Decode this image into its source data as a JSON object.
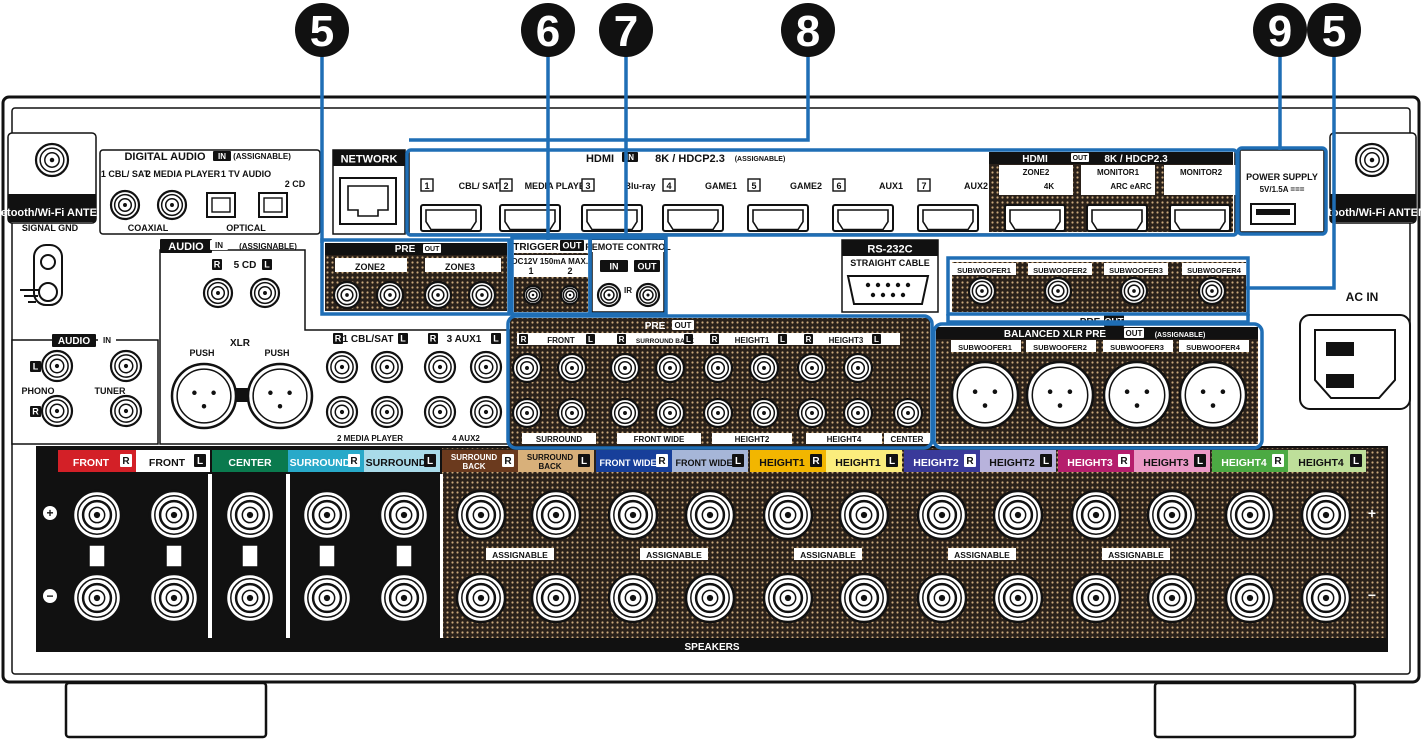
{
  "callouts": [
    "5",
    "6",
    "7",
    "8",
    "9",
    "5"
  ],
  "sections": {
    "bt_antenna": "Bluetooth/Wi-Fi ANTENNA",
    "signal_gnd": "SIGNAL GND",
    "digital_audio": "DIGITAL AUDIO",
    "in": "IN",
    "out": "OUT",
    "assignable_paren": "(ASSIGNABLE)",
    "coaxial": "COAXIAL",
    "optical": "OPTICAL",
    "network": "NETWORK",
    "hdmi": "HDMI",
    "hdcp": "8K / HDCP2.3",
    "pre": "PRE",
    "trigger": "TRIGGER",
    "trigger_spec": "DC12V 150mA MAX.",
    "remote_control": "REMOTE CONTROL",
    "ir": "IR",
    "rs232c": "RS-232C",
    "straight_cable": "STRAIGHT CABLE",
    "power_supply": "POWER SUPPLY",
    "power_spec": "5V/1.5A ===",
    "ac_in": "AC IN",
    "audio": "AUDIO",
    "xlr": "XLR",
    "push": "PUSH",
    "phono": "PHONO",
    "tuner": "TUNER",
    "balanced_xlr_pre": "BALANCED XLR PRE",
    "speakers": "SPEAKERS",
    "assignable": "ASSIGNABLE",
    "zone2": "ZONE2",
    "zone3": "ZONE3",
    "r": "R",
    "l": "L",
    "n1": "1",
    "n2": "2",
    "plus": "+",
    "minus": "−"
  },
  "digital_inputs": [
    "1 CBL/ SAT",
    "2 MEDIA PLAYER",
    "1 TV AUDIO",
    "2 CD"
  ],
  "hdmi_inputs": [
    {
      "num": "1",
      "label": "CBL/ SAT"
    },
    {
      "num": "2",
      "label": "MEDIA PLAYER"
    },
    {
      "num": "3",
      "label": "Blu-ray"
    },
    {
      "num": "4",
      "label": "GAME1"
    },
    {
      "num": "5",
      "label": "GAME2"
    },
    {
      "num": "6",
      "label": "AUX1"
    },
    {
      "num": "7",
      "label": "AUX2"
    }
  ],
  "hdmi_outputs": [
    {
      "label": "ZONE2",
      "sub": "4K"
    },
    {
      "label": "MONITOR1",
      "sub": "ARC eARC"
    },
    {
      "label": "MONITOR2",
      "sub": ""
    }
  ],
  "subwoofers": [
    "SUBWOOFER1",
    "SUBWOOFER2",
    "SUBWOOFER3",
    "SUBWOOFER4"
  ],
  "analog_inputs": [
    "5 CD",
    "1 CBL/SAT",
    "3 AUX1",
    "2 MEDIA PLAYER",
    "4 AUX2"
  ],
  "pre_out_top": [
    "FRONT",
    "SURROUND BACK",
    "HEIGHT1",
    "HEIGHT3"
  ],
  "pre_out_bottom": [
    "SURROUND",
    "FRONT WIDE",
    "HEIGHT2",
    "HEIGHT4",
    "CENTER"
  ],
  "speaker_labels": [
    {
      "text": "FRONT",
      "ch": "R",
      "bg": "#d32027"
    },
    {
      "text": "FRONT",
      "ch": "L",
      "bg": "#ffffff"
    },
    {
      "text": "CENTER",
      "ch": "",
      "bg": "#0a7a4e"
    },
    {
      "text": "SURROUND",
      "ch": "R",
      "bg": "#28a9c9"
    },
    {
      "text": "SURROUND",
      "ch": "L",
      "bg": "#a9dbe9"
    },
    {
      "text": "SURROUND BACK",
      "ch": "R",
      "bg": "#6b3a1e"
    },
    {
      "text": "SURROUND BACK",
      "ch": "L",
      "bg": "#d8b07a"
    },
    {
      "text": "FRONT WIDE",
      "ch": "R",
      "bg": "#173f9a"
    },
    {
      "text": "FRONT WIDE",
      "ch": "L",
      "bg": "#a6b6d8"
    },
    {
      "text": "HEIGHT1",
      "ch": "R",
      "bg": "#f2b600"
    },
    {
      "text": "HEIGHT1",
      "ch": "L",
      "bg": "#fbed7d"
    },
    {
      "text": "HEIGHT2",
      "ch": "R",
      "bg": "#3a3a9a"
    },
    {
      "text": "HEIGHT2",
      "ch": "L",
      "bg": "#b8b3dc"
    },
    {
      "text": "HEIGHT3",
      "ch": "R",
      "bg": "#b51e6c"
    },
    {
      "text": "HEIGHT3",
      "ch": "L",
      "bg": "#eb99c6"
    },
    {
      "text": "HEIGHT4",
      "ch": "R",
      "bg": "#4caa43"
    },
    {
      "text": "HEIGHT4",
      "ch": "L",
      "bg": "#bedf9a"
    }
  ],
  "colors": {
    "callout_line": "#1f6eb5",
    "panel": "#ffffff",
    "outline": "#111111",
    "mesh": "#3a2c20"
  }
}
